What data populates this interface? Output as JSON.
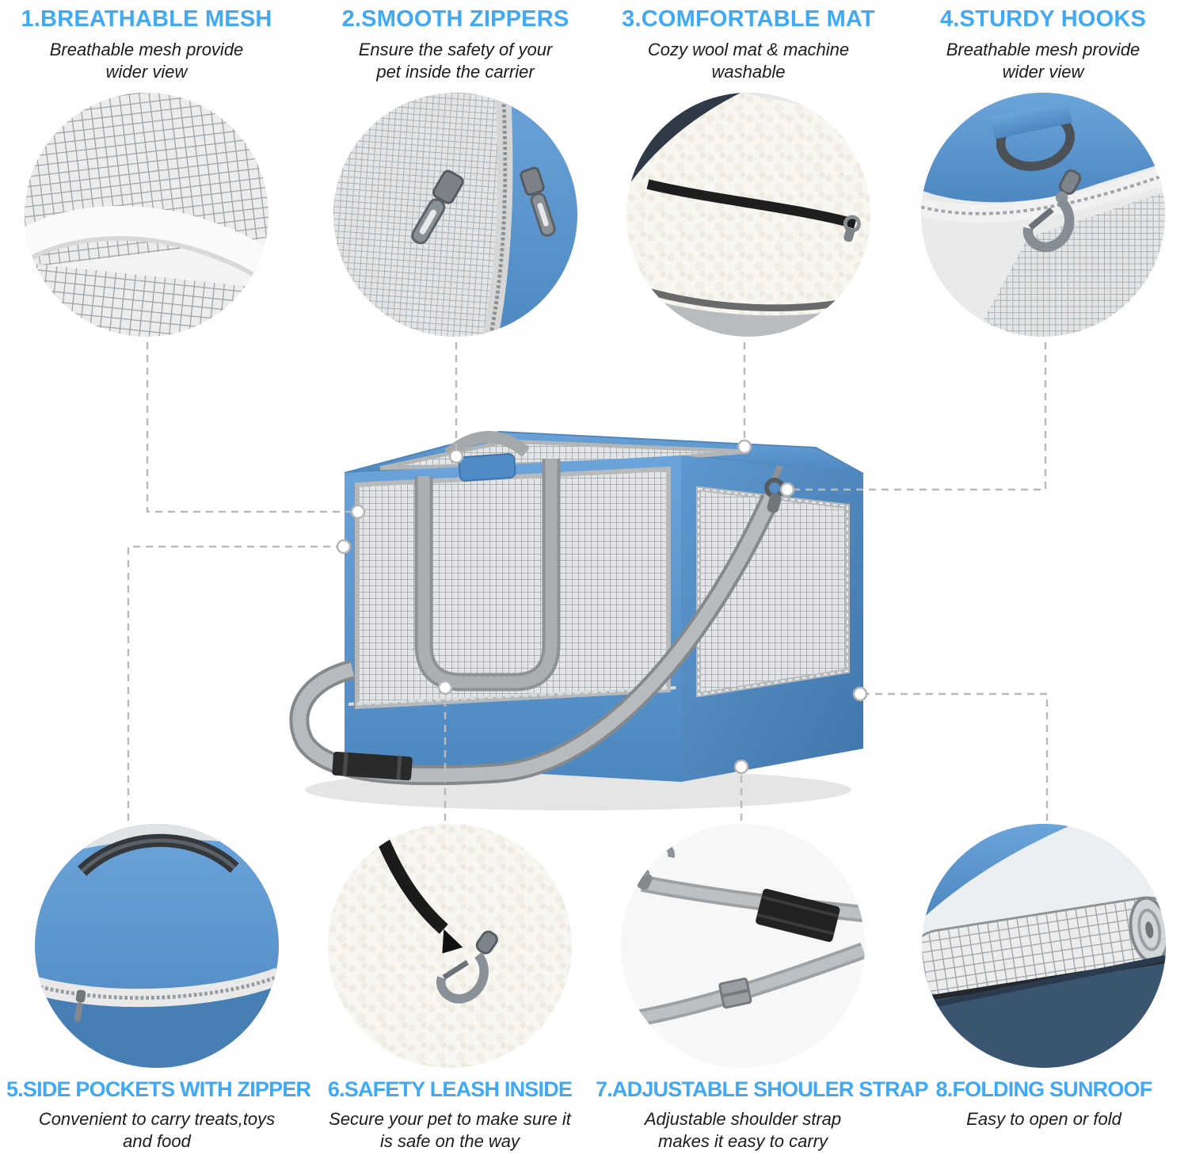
{
  "page": {
    "background": "#ffffff"
  },
  "colors": {
    "heading_blue": "#3fa9f5",
    "fabric_blue": "#5b95cd",
    "mesh_gray": "#c9ccce",
    "callout_line": "#b5b5b5",
    "desc_text": "#1c1c1c"
  },
  "features": [
    {
      "title": "1.BREATHABLE MESH",
      "desc": "Breathable mesh provide wider view"
    },
    {
      "title": "2.SMOOTH ZIPPERS",
      "desc": "Ensure the safety of your pet inside the carrier"
    },
    {
      "title": "3.COMFORTABLE MAT",
      "desc": "Cozy wool mat & machine washable"
    },
    {
      "title": "4.STURDY HOOKS",
      "desc": "Breathable mesh provide wider view"
    },
    {
      "title": "5.SIDE POCKETS WITH ZIPPER",
      "desc": "Convenient to carry treats,toys and food"
    },
    {
      "title": "6.SAFETY LEASH INSIDE",
      "desc": "Secure your pet to make sure it is safe on the way"
    },
    {
      "title": "7.ADJUSTABLE SHOULER STRAP",
      "desc": "Adjustable shoulder strap makes it easy to carry"
    },
    {
      "title": "8.FOLDING SUNROOF",
      "desc": "Easy to open or fold"
    }
  ]
}
